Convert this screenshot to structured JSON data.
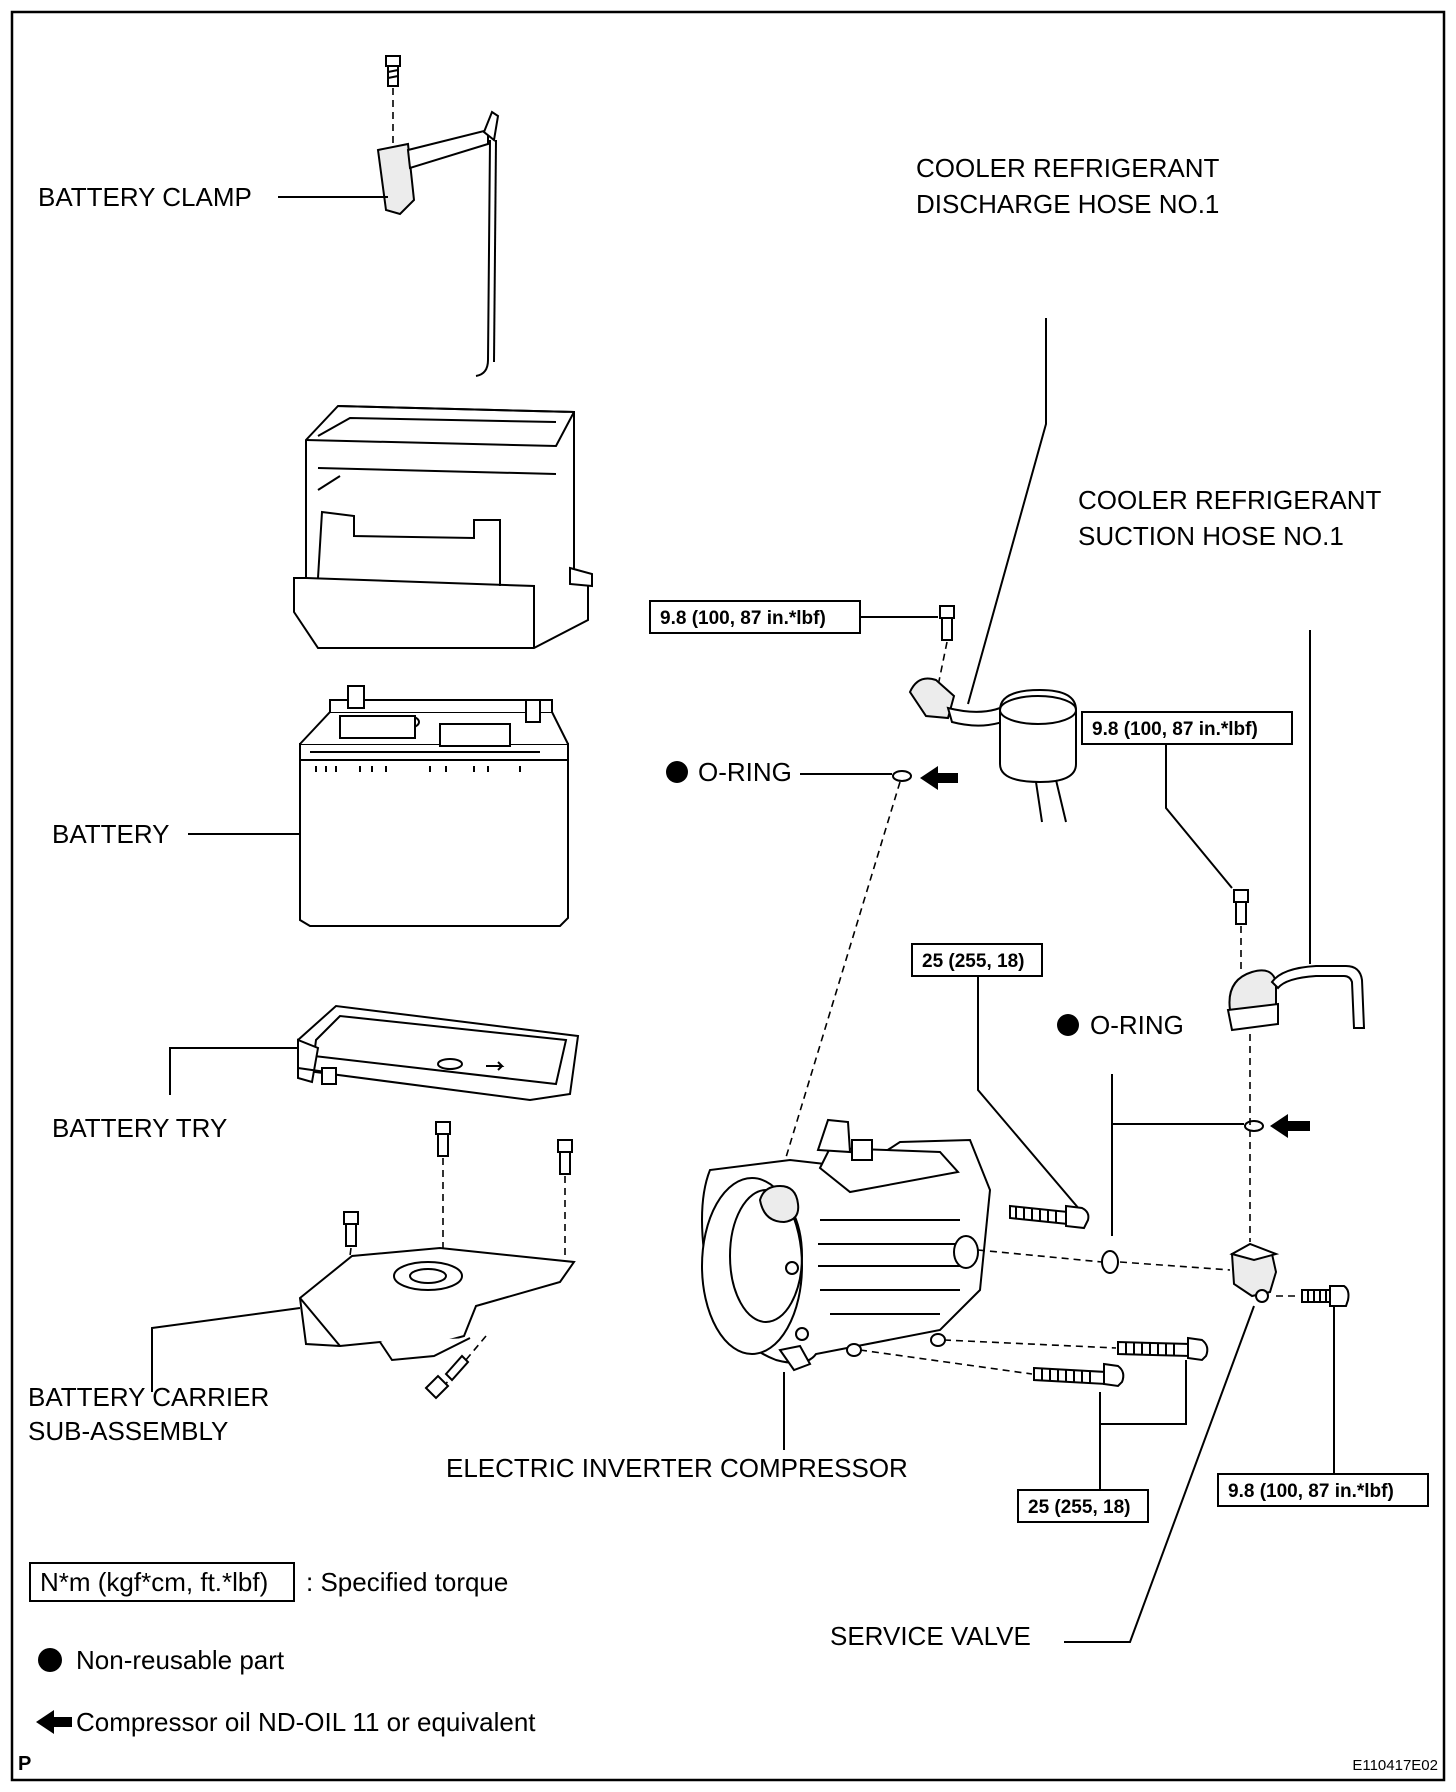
{
  "diagram": {
    "labels": {
      "battery_clamp": "BATTERY CLAMP",
      "battery": "BATTERY",
      "battery_tray": "BATTERY TRY",
      "battery_carrier_line1": "BATTERY CARRIER",
      "battery_carrier_line2": "SUB-ASSEMBLY",
      "discharge_hose_line1": "COOLER REFRIGERANT",
      "discharge_hose_line2": "DISCHARGE HOSE NO.1",
      "suction_hose_line1": "COOLER REFRIGERANT",
      "suction_hose_line2": "SUCTION HOSE NO.1",
      "o_ring_upper": "O-RING",
      "o_ring_lower": "O-RING",
      "compressor": "ELECTRIC INVERTER COMPRESSOR",
      "service_valve": "SERVICE VALVE"
    },
    "torques": {
      "discharge_bolt": "9.8 (100, 87 in.*lbf)",
      "suction_bolt": "9.8 (100, 87 in.*lbf)",
      "compressor_upper_bolt": "25 (255, 18)",
      "compressor_lower_bolts": "25 (255, 18)",
      "service_valve_bolt": "9.8 (100, 87 in.*lbf)"
    }
  },
  "legend": {
    "torque_unit": "N*m (kgf*cm, ft.*lbf)",
    "torque_desc": ": Specified torque",
    "non_reusable": "Non-reusable part",
    "compressor_oil": "Compressor oil ND-OIL 11 or equivalent"
  },
  "footer": {
    "corner_mark": "P",
    "figure_code": "E110417E02"
  }
}
